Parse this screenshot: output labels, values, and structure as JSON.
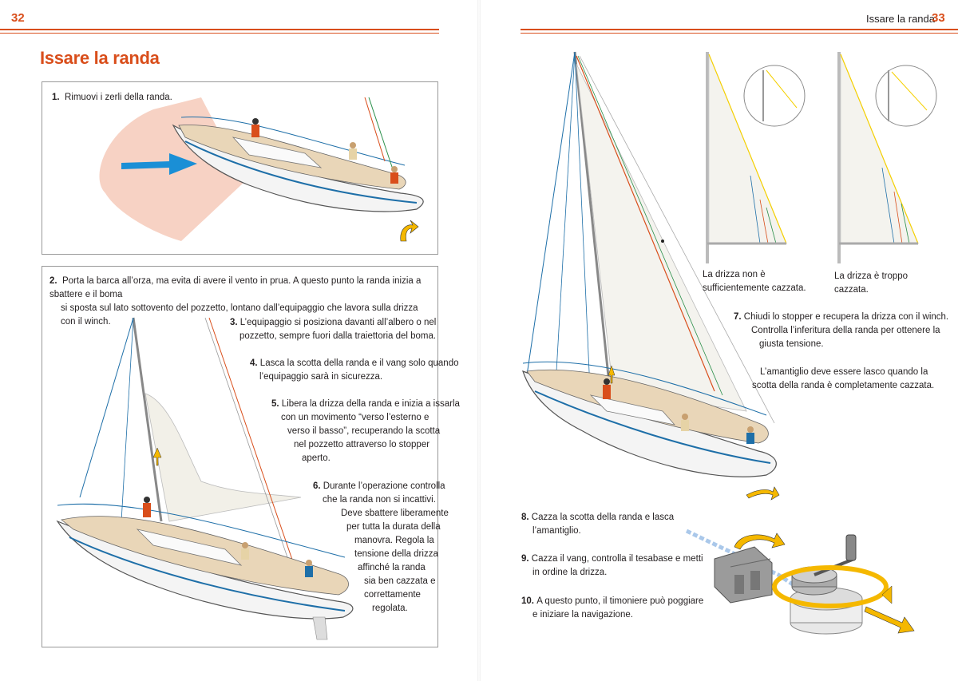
{
  "left_page": {
    "page_number": "32",
    "title": "Issare la randa",
    "box1": {
      "step_number": "1.",
      "step_text": "Rimuovi i zerli della randa."
    },
    "box2": {
      "step_number": "2.",
      "step_text_line1": "Porta la barca all’orza, ma evita di avere il vento in prua. A questo punto la randa inizia a sbattere e il boma",
      "step_text_line2": "si sposta sul lato sottovento del pozzetto, lontano dall’equipaggio che lavora sulla drizza con il winch.",
      "steps": [
        {
          "number": "3.",
          "lines": [
            "L’equipaggio si posiziona davanti all’albero o nel",
            "pozzetto, sempre fuori dalla traiettoria del boma."
          ]
        },
        {
          "number": "4.",
          "lines": [
            "Lasca la scotta della randa e il vang solo quando",
            "l’equipaggio sarà in sicurezza."
          ]
        },
        {
          "number": "5.",
          "lines": [
            "Libera la drizza della randa e inizia a issarla",
            "con un movimento “verso l’esterno e",
            "verso il basso”, recuperando la scotta",
            "nel pozzetto attraverso lo stopper",
            "aperto."
          ]
        },
        {
          "number": "6.",
          "lines": [
            "Durante l’operazione controlla",
            "che la randa non si incattivi.",
            "Deve sbattere liberamente",
            "per tutta la durata della",
            "manovra. Regola la",
            "tensione della drizza",
            "affinché la randa",
            "sia ben cazzata e",
            "correttamente",
            "regolata."
          ]
        }
      ]
    }
  },
  "right_page": {
    "page_number": "33",
    "running_head": "Issare la randa",
    "caption_left": [
      "La drizza non è",
      "sufficientemente cazzata."
    ],
    "caption_right": [
      "La drizza è troppo",
      "cazzata."
    ],
    "step7": {
      "number": "7.",
      "lines": [
        "Chiudi lo stopper e recupera la drizza con il winch.",
        "Controlla l’inferitura della randa per ottenere la",
        "giusta tensione."
      ]
    },
    "note": [
      "L’amantiglio deve essere lasco quando la",
      "scotta della randa è completamente cazzata."
    ],
    "steps_bottom": [
      {
        "number": "8.",
        "lines": [
          "Cazza la scotta della randa e lasca",
          "l’amantiglio."
        ]
      },
      {
        "number": "9.",
        "lines": [
          "Cazza il vang, controlla il tesabase e metti",
          "in ordine la drizza."
        ]
      },
      {
        "number": "10.",
        "lines": [
          "A questo punto, il timoniere può poggiare",
          "e iniziare la navigazione."
        ]
      }
    ]
  },
  "colors": {
    "accent": "#d94e1b",
    "arrow_blue": "#1a8fd6",
    "arrow_yellow": "#f5b800",
    "wind_zone": "#f7d2c4"
  }
}
